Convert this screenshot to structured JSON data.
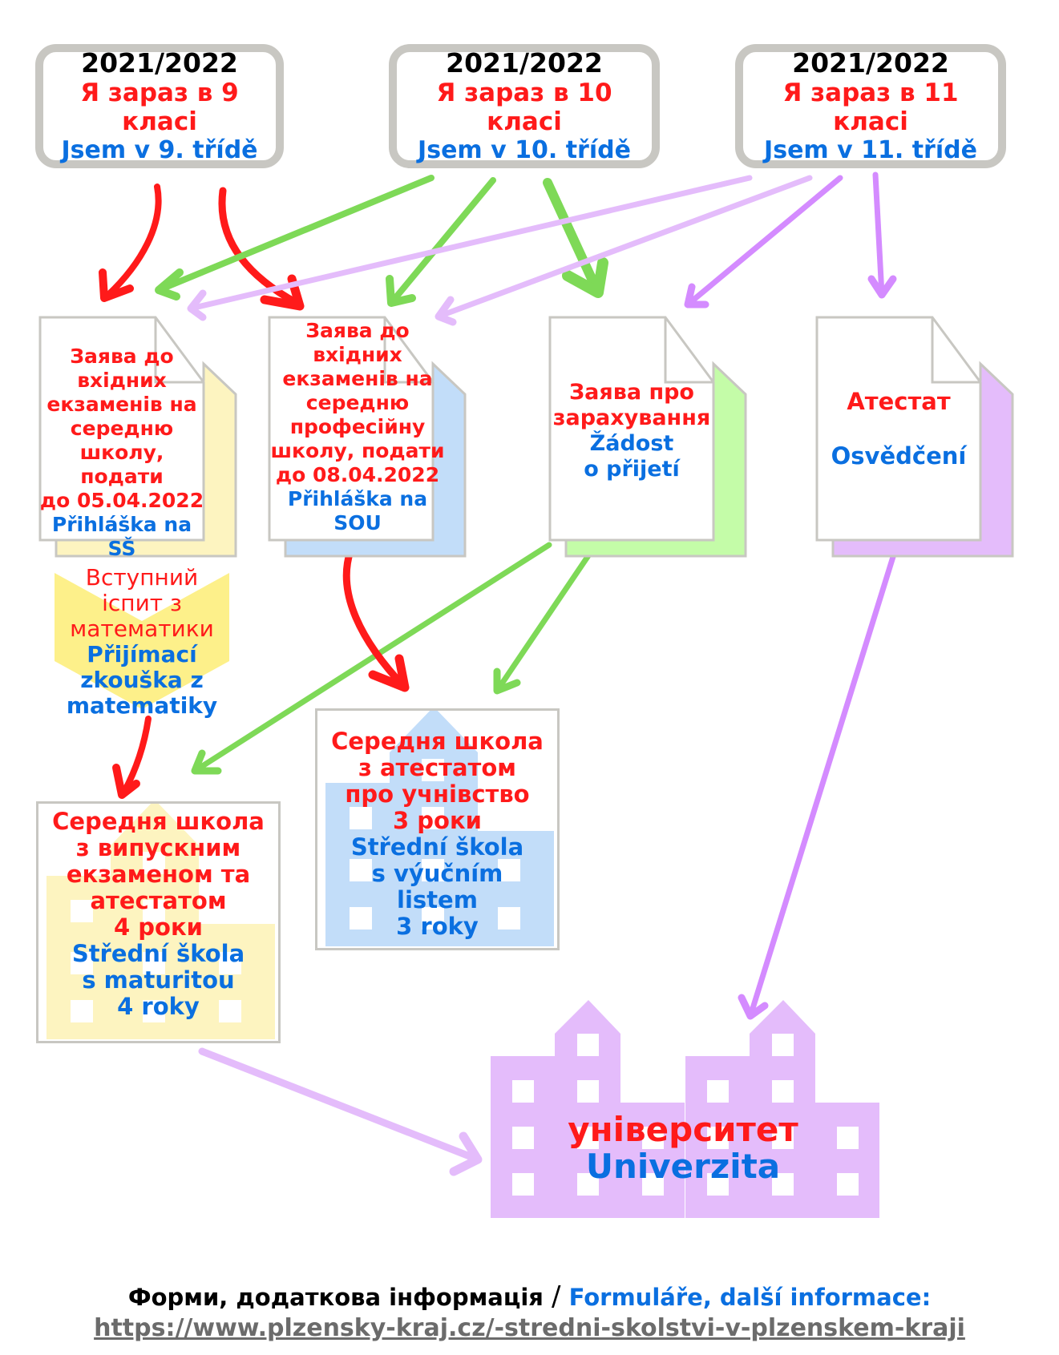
{
  "grades": [
    {
      "year": "2021/2022",
      "ua": "Я зараз в 9 класі",
      "cz": "Jsem v 9. třídě"
    },
    {
      "year": "2021/2022",
      "ua": "Я зараз в 10 класі",
      "cz": "Jsem v 10. třídě"
    },
    {
      "year": "2021/2022",
      "ua": "Я зараз в 11 класі",
      "cz": "Jsem v 11. třídě"
    }
  ],
  "documents": [
    {
      "ua": [
        "Заява до",
        "вхідних",
        "екзаменів на",
        "середню",
        "школу, подати",
        "до 05.04.2022"
      ],
      "cz": [
        "Přihláška na SŠ"
      ],
      "shadow_color": "#fdf4c0"
    },
    {
      "ua": [
        "Заява до",
        "вхідних",
        "екзаменів на",
        "середню",
        "професійну",
        "школу, подати",
        "до 08.04.2022"
      ],
      "cz": [
        "Přihláška na",
        "SOU"
      ],
      "shadow_color": "#c2ddf9"
    },
    {
      "ua": [
        "Заява про",
        "зарахування"
      ],
      "cz": [
        "Žádost",
        "o přijetí"
      ],
      "shadow_color": "#c4fca8"
    },
    {
      "ua": [
        "Атестат"
      ],
      "cz": [
        "Osvědčení"
      ],
      "shadow_color": "#e4bcfb"
    }
  ],
  "exam": {
    "ua": [
      "Вступний",
      "іспит з",
      "математики"
    ],
    "cz": [
      "Přijímací",
      "zkouška z",
      "matematiky"
    ]
  },
  "schools": [
    {
      "ua": [
        "Середня школа",
        "з випускним",
        "екзаменом та",
        "атестатом",
        "4 роки"
      ],
      "cz": [
        "Střední škola",
        "s maturitou",
        "4 roky"
      ],
      "color": "#fdf4c0"
    },
    {
      "ua": [
        "Середня школа",
        "з атестатом",
        "про учнівство",
        "3 роки"
      ],
      "cz": [
        "Střední škola",
        "s výučním",
        "listem",
        "3 roky"
      ],
      "color": "#c2ddf9"
    }
  ],
  "university": {
    "ua": "університет",
    "cz": "Univerzita",
    "color": "#e4bcfb"
  },
  "footer": {
    "ua": "Форми, додаткова інформація",
    "separator": "/",
    "cz": "Formuláře, další informace:",
    "link": "https://www.plzensky-kraj.cz/-stredni-skolstvi-v-plzenskem-kraji"
  },
  "colors": {
    "red": "#ff1a1a",
    "blue": "#0a6fe0",
    "green": "#7ed957",
    "light_purple": "#e4bcfb",
    "purple": "#d48bff",
    "gray_border": "#c8c7c2"
  }
}
